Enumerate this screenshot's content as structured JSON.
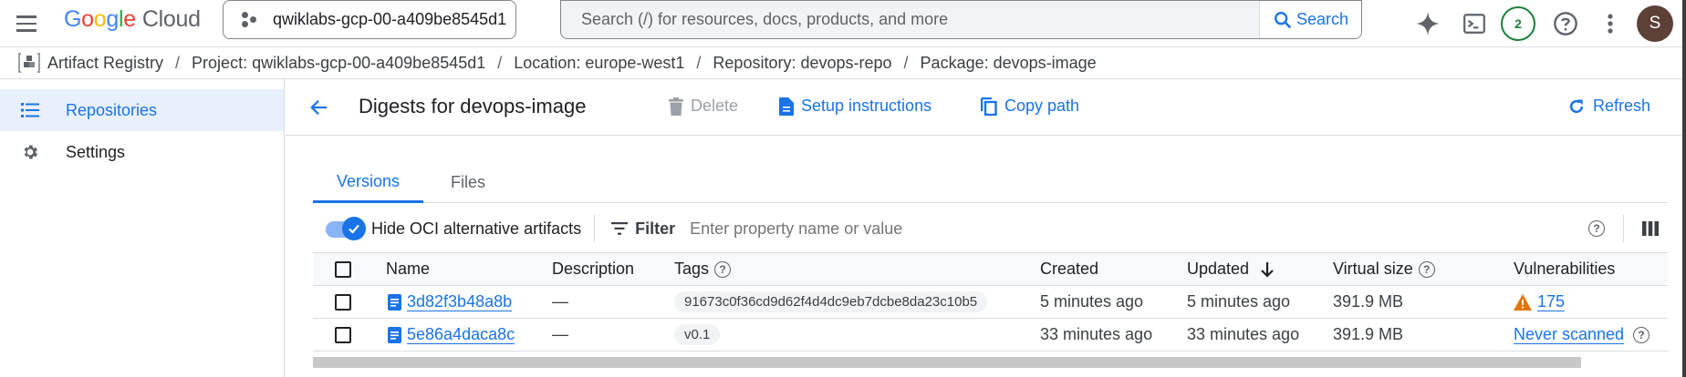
{
  "topbar": {
    "logo": {
      "google": "Google",
      "cloud": "Cloud"
    },
    "project_picker": "qwiklabs-gcp-00-a409be8545d1",
    "search": {
      "placeholder": "Search (/) for resources, docs, products, and more",
      "button_label": "Search"
    },
    "notifications_count": "2",
    "avatar_initial": "S",
    "icons": [
      "menu-icon",
      "gemini-sparkle-icon",
      "cloud-shell-icon",
      "help-icon",
      "more-vert-icon"
    ]
  },
  "breadcrumb": {
    "items": [
      "Artifact Registry",
      "Project: qwiklabs-gcp-00-a409be8545d1",
      "Location: europe-west1",
      "Repository: devops-repo",
      "Package: devops-image"
    ],
    "separator": "/"
  },
  "sidebar": {
    "items": [
      {
        "label": "Repositories",
        "icon": "list-icon",
        "active": true
      },
      {
        "label": "Settings",
        "icon": "gear-icon",
        "active": false
      }
    ]
  },
  "actionbar": {
    "title": "Digests for devops-image",
    "delete_label": "Delete",
    "setup_label": "Setup instructions",
    "copy_label": "Copy path",
    "refresh_label": "Refresh"
  },
  "tabs": [
    {
      "label": "Versions",
      "active": true
    },
    {
      "label": "Files",
      "active": false
    }
  ],
  "toolbar": {
    "toggle_label": "Hide OCI alternative artifacts",
    "toggle_on": true,
    "filter_label": "Filter",
    "filter_placeholder": "Enter property name or value"
  },
  "table": {
    "columns": [
      "Name",
      "Description",
      "Tags",
      "Created",
      "Updated",
      "Virtual size",
      "Vulnerabilities"
    ],
    "sort": {
      "column": "Updated",
      "direction": "desc"
    },
    "rows": [
      {
        "name": "3d82f3b48a8b",
        "description": "—",
        "tag": "91673c0f36cd9d62f4d4dc9eb7dcbe8da23c10b5",
        "created": "5 minutes ago",
        "updated": "5 minutes ago",
        "size": "391.9 MB",
        "vulnerabilities": "175",
        "vuln_warning": true
      },
      {
        "name": "5e86a4daca8c",
        "description": "—",
        "tag": "v0.1",
        "created": "33 minutes ago",
        "updated": "33 minutes ago",
        "size": "391.9 MB",
        "vulnerabilities": "Never scanned",
        "vuln_warning": false
      }
    ]
  },
  "colors": {
    "accent": "#1a73e8",
    "active_nav_bg": "#e8f0fe",
    "warning": "#e37400",
    "notifications": "#188038",
    "avatar": "#5d4037"
  }
}
